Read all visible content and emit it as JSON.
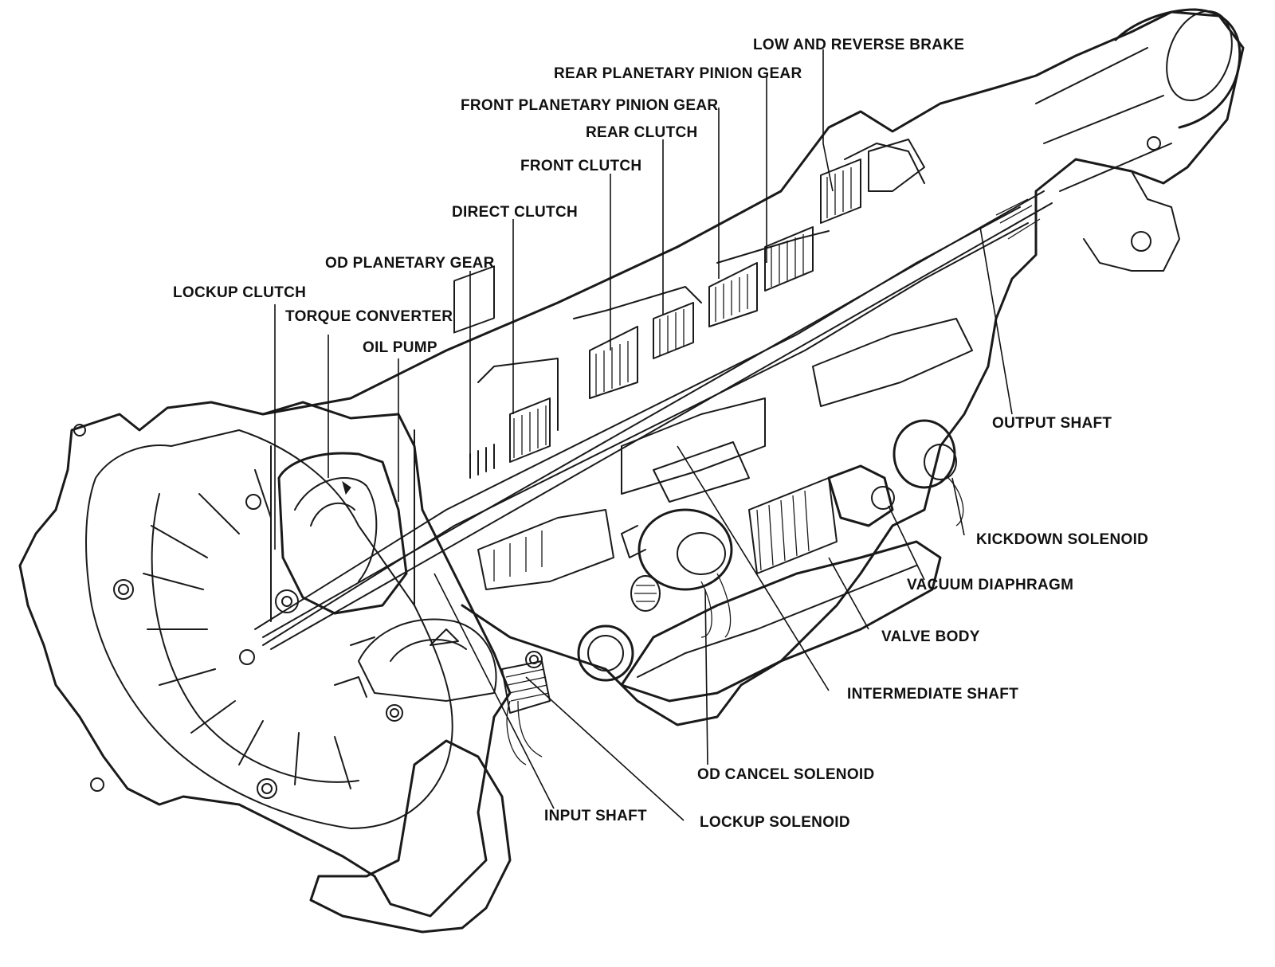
{
  "labels": {
    "low_and_reverse_brake": "LOW AND REVERSE BRAKE",
    "rear_planetary_pinion_gear": "REAR PLANETARY PINION GEAR",
    "front_planetary_pinion_gear": "FRONT PLANETARY PINION GEAR",
    "rear_clutch": "REAR CLUTCH",
    "front_clutch": "FRONT CLUTCH",
    "direct_clutch": "DIRECT CLUTCH",
    "od_planetary_gear": "OD PLANETARY GEAR",
    "lockup_clutch": "LOCKUP CLUTCH",
    "torque_converter": "TORQUE CONVERTER",
    "oil_pump": "OIL PUMP",
    "output_shaft": "OUTPUT SHAFT",
    "kickdown_solenoid": "KICKDOWN SOLENOID",
    "vacuum_diaphragm": "VACUUM DIAPHRAGM",
    "valve_body": "VALVE BODY",
    "intermediate_shaft": "INTERMEDIATE SHAFT",
    "od_cancel_solenoid": "OD CANCEL SOLENOID",
    "input_shaft": "INPUT SHAFT",
    "lockup_solenoid": "LOCKUP SOLENOID"
  }
}
